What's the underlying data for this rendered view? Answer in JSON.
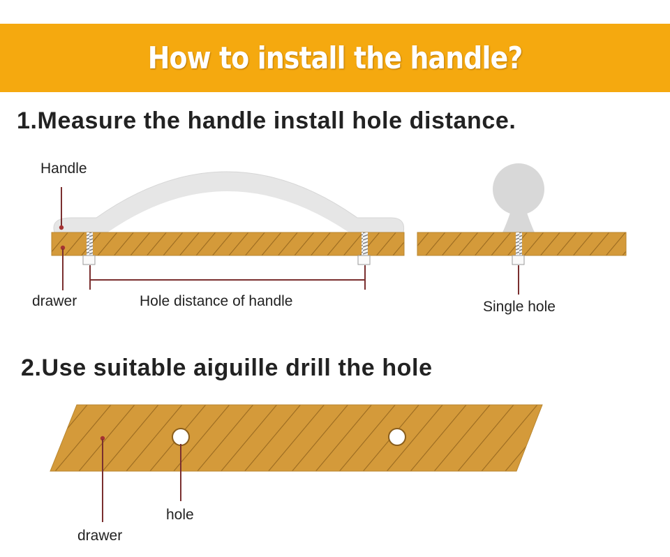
{
  "banner": {
    "title": "How to install the handle?"
  },
  "step1": {
    "title": "1.Measure the handle install hole distance.",
    "labels": {
      "handle": "Handle",
      "drawer": "drawer",
      "hole_distance": "Hole distance of handle",
      "single_hole": "Single hole"
    }
  },
  "step2": {
    "title": "2.Use suitable aiguille drill the hole",
    "labels": {
      "hole": "hole",
      "drawer": "drawer"
    }
  },
  "colors": {
    "banner": "#f5a90f",
    "wood": "#d49a3a",
    "wood_stripe": "#9a6a20",
    "handle": "#e6e6e6",
    "leader": "#7a2f2f"
  }
}
